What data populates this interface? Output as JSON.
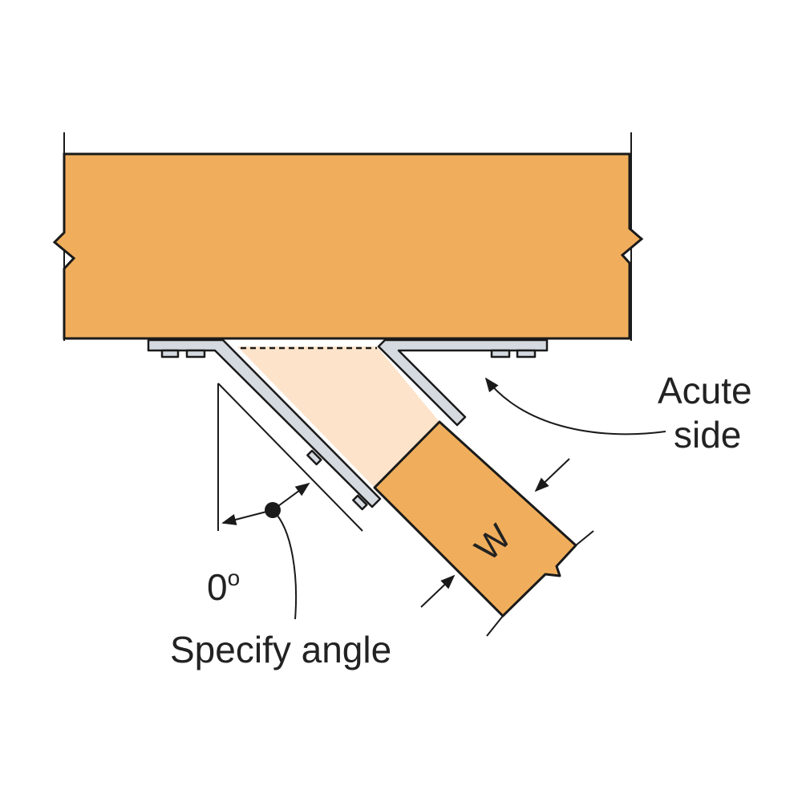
{
  "labels": {
    "acute_line1": "Acute",
    "acute_line2": "side",
    "zero_angle": "0",
    "zero_angle_sup": "o",
    "specify_angle": "Specify angle",
    "width": "W"
  },
  "colors": {
    "lumber": "#F0AE5C",
    "lumber_light": "#FCE3CA",
    "steel": "#D5D9E0",
    "outline": "#1a1a1a"
  }
}
